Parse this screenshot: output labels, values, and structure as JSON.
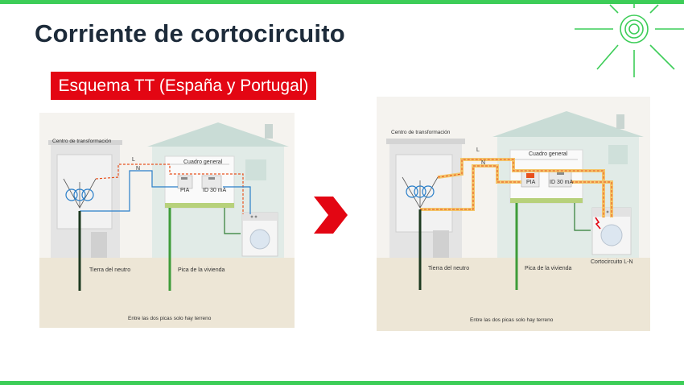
{
  "slide": {
    "title": "Corriente de cortocircuito",
    "subtitle": "Esquema TT (España y Portugal)"
  },
  "colors": {
    "accent": "#3dcd58",
    "title": "#1d2b3a",
    "badge": "#e30613",
    "phase": "#e8501c",
    "neutral": "#2a7fc9",
    "fault": "#f4a623",
    "earth": "#2e7d32"
  },
  "icons": {
    "logo": "sun-rays-icon",
    "arrow": "chevron-right-icon"
  },
  "diagram_left": {
    "transformer_label": "Centro de transformación",
    "panel_label": "Cuadro general",
    "line_L": "L",
    "line_N": "N",
    "breaker_1": "PIA",
    "breaker_2": "ID 30 mA",
    "earth_neutral": "Tierra del neutro",
    "earth_house": "Pica de la vivienda",
    "ground_note": "Entre las dos picas solo hay terreno"
  },
  "diagram_right": {
    "transformer_label": "Centro de transformación",
    "panel_label": "Cuadro general",
    "line_L": "L",
    "line_N": "N",
    "breaker_1": "PIA",
    "breaker_2": "ID 30 mA",
    "earth_neutral": "Tierra del neutro",
    "earth_house": "Pica de la vivienda",
    "fault_label": "Cortocircuito L-N",
    "ground_note": "Entre las dos picas solo hay terreno"
  }
}
